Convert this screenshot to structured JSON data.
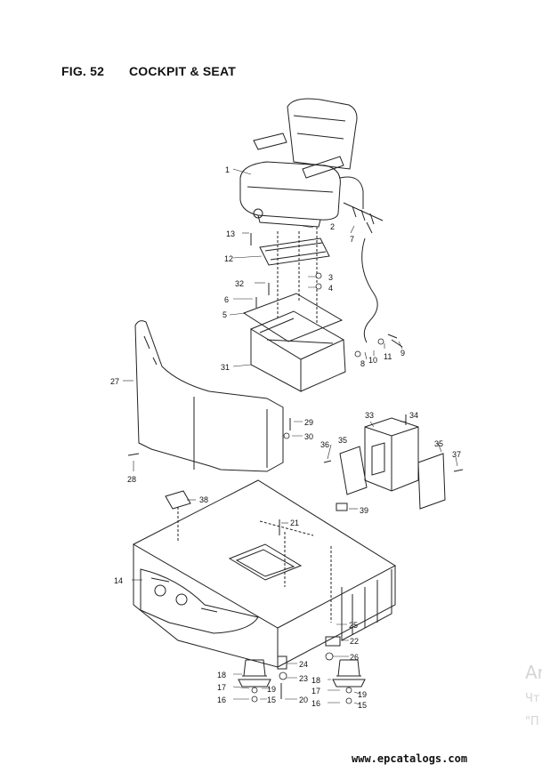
{
  "figure": {
    "number": "FIG. 52",
    "title": "COCKPIT & SEAT"
  },
  "callouts": [
    "1",
    "2",
    "3",
    "4",
    "5",
    "6",
    "7",
    "8",
    "9",
    "10",
    "11",
    "12",
    "13",
    "14",
    "15",
    "15",
    "16",
    "16",
    "17",
    "17",
    "18",
    "18",
    "19",
    "19",
    "20",
    "21",
    "22",
    "23",
    "24",
    "25",
    "26",
    "27",
    "28",
    "29",
    "30",
    "31",
    "32",
    "33",
    "34",
    "35",
    "35",
    "36",
    "37",
    "38",
    "39"
  ],
  "watermark": {
    "line1": "Ar",
    "line2": "Чт",
    "line3": "\"П"
  },
  "website": "www.epcatalogs.com"
}
